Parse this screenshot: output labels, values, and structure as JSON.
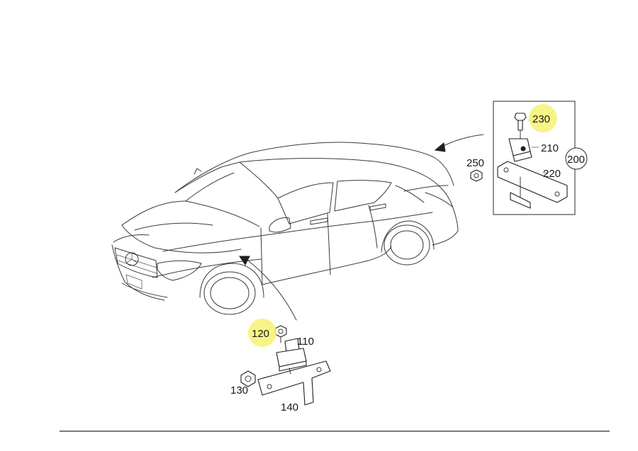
{
  "callouts": {
    "c110": "110",
    "c120": "120",
    "c130": "130",
    "c140": "140",
    "c200": "200",
    "c210": "210",
    "c220": "220",
    "c230": "230",
    "c250": "250"
  },
  "highlighted_callouts": [
    "120",
    "230"
  ],
  "colors": {
    "highlight": "#f6f37a",
    "line": "#3a3a3a"
  }
}
